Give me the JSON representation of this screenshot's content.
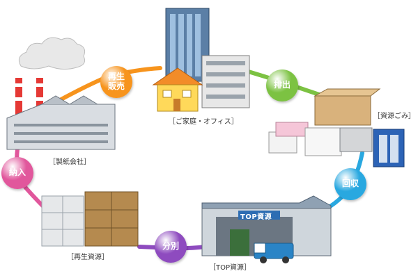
{
  "nodes": {
    "home": {
      "label": "［ご家庭・オフィス］"
    },
    "waste": {
      "label": "［資源ごみ］"
    },
    "facility": {
      "label": "［TOP資源］",
      "sign": "TOP資源"
    },
    "resources": {
      "label": "［再生資源］"
    },
    "mill": {
      "label": "［製紙会社］"
    }
  },
  "steps": [
    {
      "line1": "再生",
      "line2": "販売",
      "color": "#f7941d"
    },
    {
      "line1": "排出",
      "line2": "",
      "color": "#7cc242"
    },
    {
      "line1": "回収",
      "line2": "",
      "color": "#29a8e0"
    },
    {
      "line1": "分別",
      "line2": "",
      "color": "#8e4bbf"
    },
    {
      "line1": "納入",
      "line2": "",
      "color": "#e1579c"
    }
  ],
  "colors": {
    "arc_orange": "#f7941d",
    "arc_green": "#7cc242",
    "arc_blue": "#29a8e0",
    "arc_purple": "#8e4bbf",
    "arc_pink": "#e1579c"
  }
}
